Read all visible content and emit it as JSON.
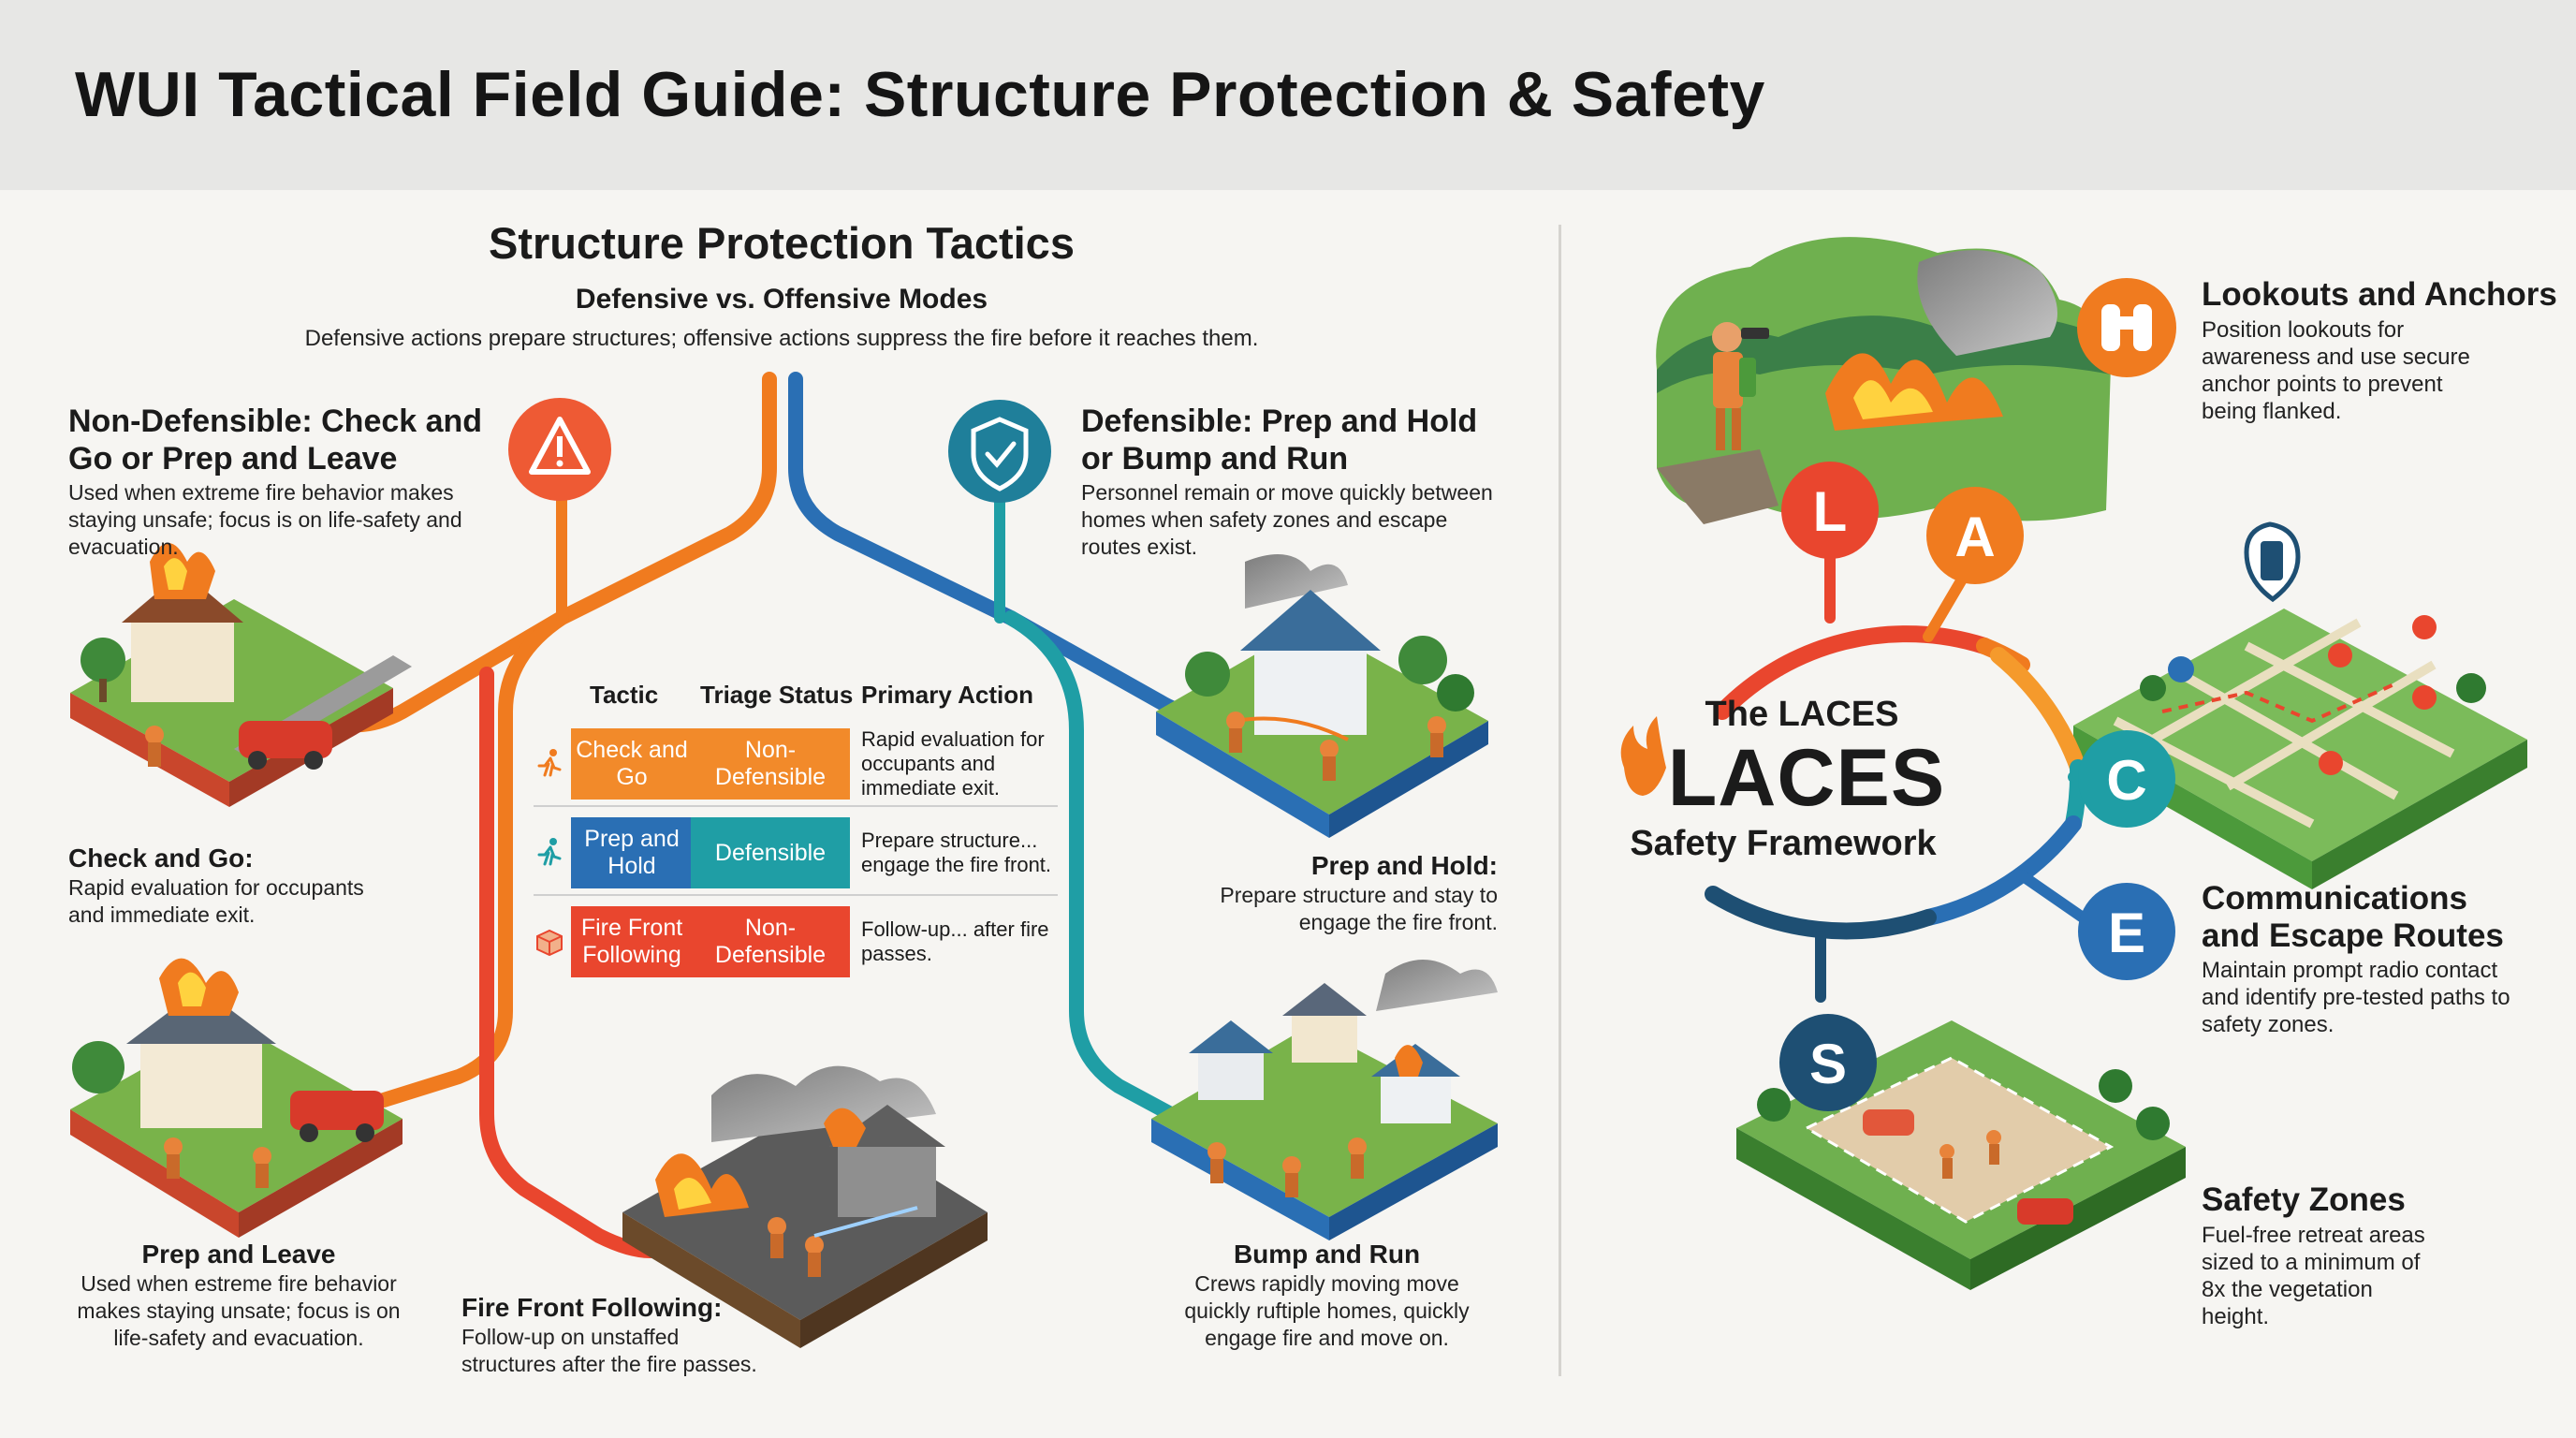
{
  "title": "WUI Tactical Field Guide: Structure Protection & Safety",
  "colors": {
    "orange": "#f07b1f",
    "red": "#e9462e",
    "teal": "#1f9ea5",
    "blue": "#2a6fb4",
    "navy": "#1e4f73",
    "green": "#4c9a3b"
  },
  "tactics": {
    "heading": "Structure Protection Tactics",
    "subheading": "Defensive vs. Offensive Modes",
    "description": "Defensive actions prepare structures; offensive actions suppress the fire before it reaches them.",
    "non_defensible": {
      "title": "Non-Defensible: Check and Go or Prep and Leave",
      "body": "Used when extreme fire behavior makes staying unsafe; focus is on life-safety and evacuation.",
      "icon": "warning-icon"
    },
    "defensible": {
      "title": "Defensible: Prep and Hold or Bump and Run",
      "body": "Personnel remain or move quickly between homes when safety zones and escape routes exist.",
      "icon": "shield-check-icon"
    },
    "check_and_go": {
      "title": "Check and Go:",
      "body": "Rapid evaluation for occupants and immediate exit."
    },
    "prep_and_leave": {
      "title": "Prep and Leave",
      "body": "Used when estreme fire behavior makes staying unsate; focus is on life-safety and evacuation."
    },
    "prep_and_hold": {
      "title": "Prep and Hold:",
      "body": "Prepare structure and stay to engage the fire front."
    },
    "bump_and_run": {
      "title": "Bump and Run",
      "body": "Crews rapidly moving move quickly ruftiple homes, quickly engage fire and move on."
    },
    "fire_front_following": {
      "title": "Fire Front Following:",
      "body": "Follow-up on unstaffed structures after the fire passes."
    }
  },
  "table": {
    "headers": [
      "Tactic",
      "Triage Status",
      "Primary Action"
    ],
    "rows": [
      {
        "tactic": "Check and Go",
        "status": "Non-Defensible",
        "action": "Rapid evaluation for occupants and immediate exit.",
        "icon": "running-person-icon"
      },
      {
        "tactic": "Prep and Hold",
        "status": "Defensible",
        "action": "Prepare structure... engage the fire front.",
        "icon": "running-person-icon"
      },
      {
        "tactic": "Fire Front Following",
        "status": "Non-Defensible",
        "action": "Follow-up... after fire passes.",
        "icon": "box-icon"
      }
    ]
  },
  "laces": {
    "hub_top": "The LACES",
    "hub_main": "LACES",
    "hub_bottom": "Safety Framework",
    "letters": [
      "L",
      "A",
      "C",
      "E",
      "S"
    ],
    "lookouts": {
      "title": "Lookouts and Anchors",
      "body": "Position lookouts for awareness and use secure anchor points to prevent being flanked.",
      "icon": "binoculars-icon"
    },
    "communications": {
      "title": "Communications and Escape Routes",
      "body": "Maintain prompt radio contact and identify pre-tested paths to safety zones.",
      "icon": "radio-icon"
    },
    "safety_zones": {
      "title": "Safety Zones",
      "body": "Fuel-free retreat areas sized to a minimum of 8x the vegetation height."
    }
  }
}
